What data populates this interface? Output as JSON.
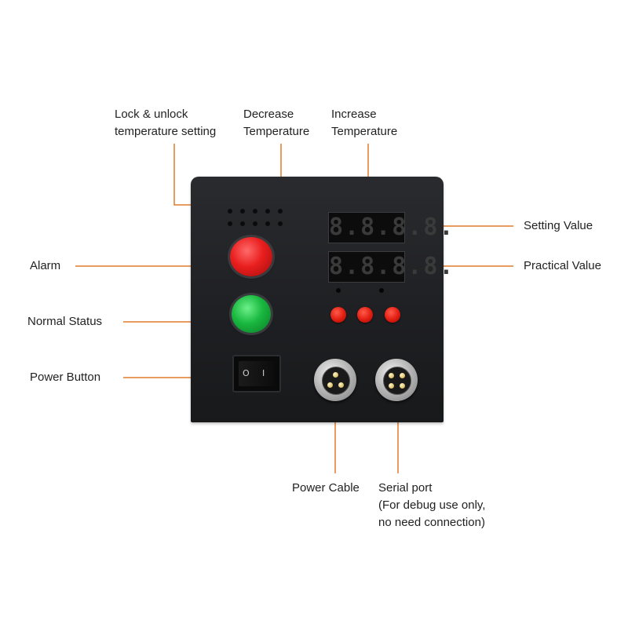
{
  "labels": {
    "lock": [
      "Lock & unlock",
      "temperature setting"
    ],
    "decrease": [
      "Decrease",
      "Temperature"
    ],
    "increase": [
      "Increase",
      "Temperature"
    ],
    "setting_value": "Setting Value",
    "practical_value": "Practical Value",
    "alarm": "Alarm",
    "normal_status": "Normal Status",
    "power_button": "Power Button",
    "power_cable": "Power Cable",
    "serial_port": [
      "Serial port",
      "(For debug use only,",
      "no need connection)"
    ]
  },
  "device": {
    "setting_display": "8.8.8.8.",
    "practical_display": "8.8.8.8.",
    "switch_off_mark": "O",
    "switch_on_mark": "I"
  },
  "colors": {
    "leader_line": "#e07b2c",
    "enclosure": "#1f2023",
    "alarm_lamp": "#e91e1e",
    "status_lamp": "#19b83f",
    "button": "#e01c10"
  }
}
